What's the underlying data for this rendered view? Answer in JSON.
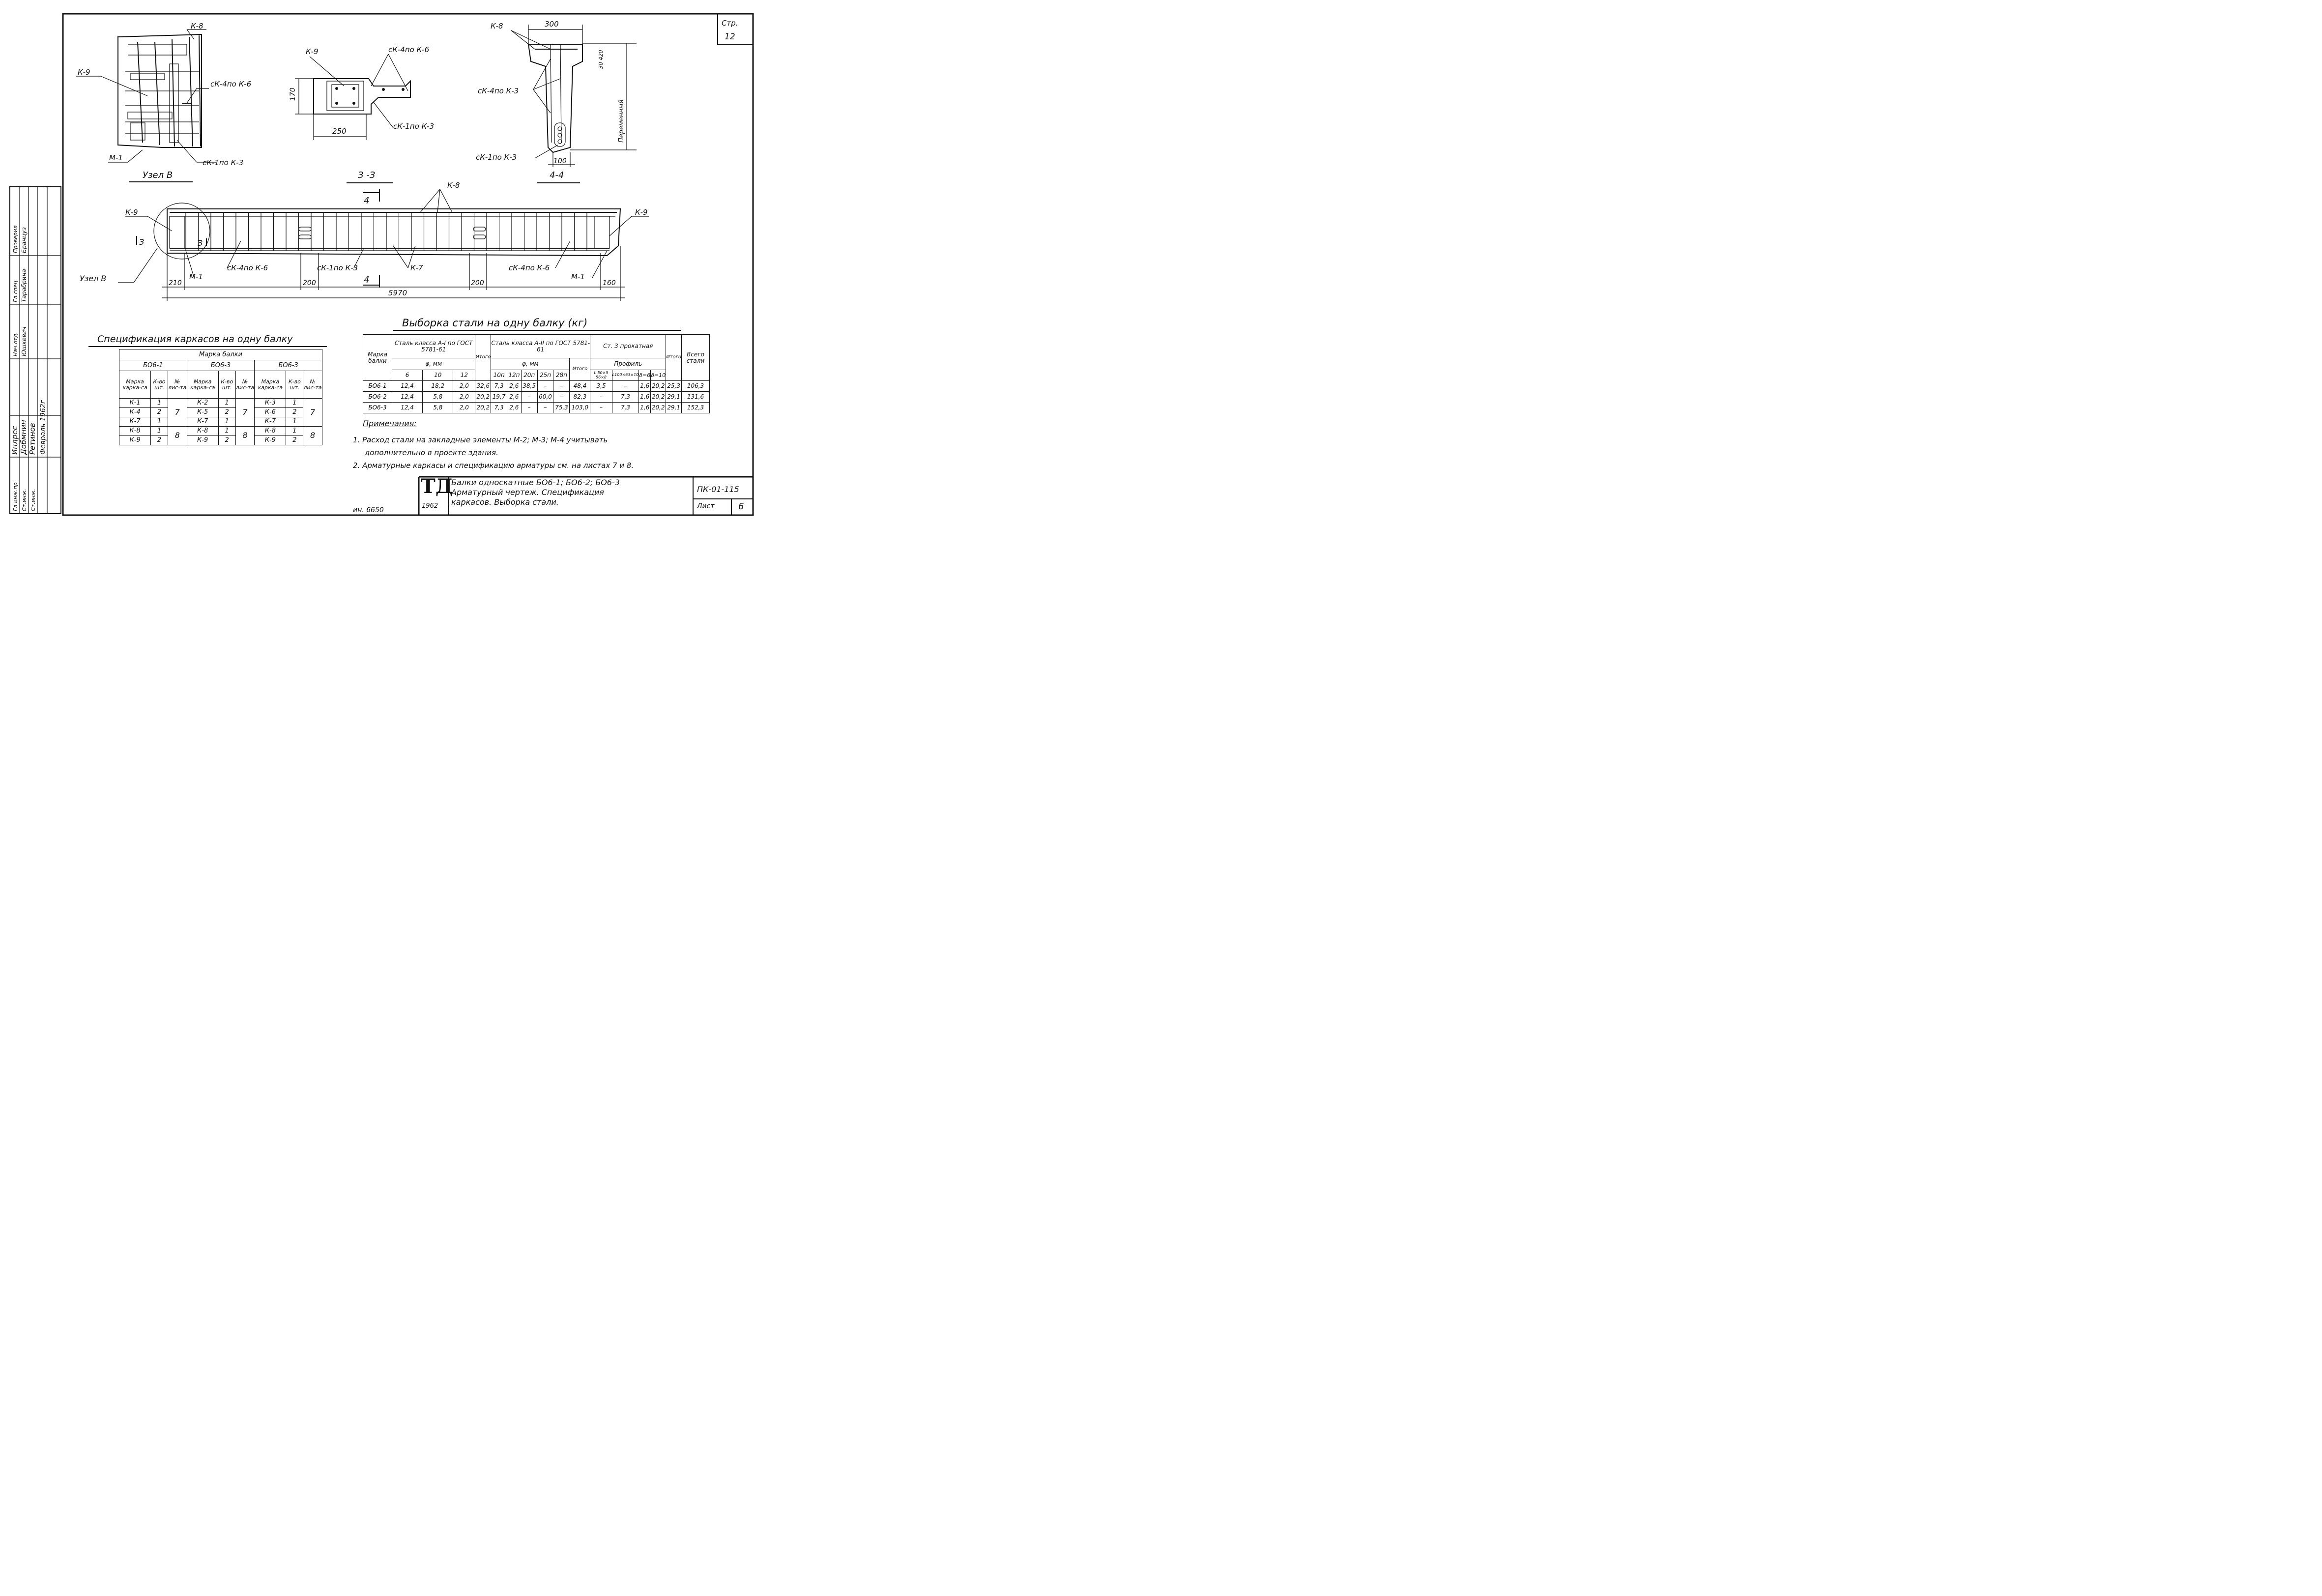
{
  "sheet_corner": {
    "label": "Стр.",
    "value": "12"
  },
  "views": {
    "uzel_b": {
      "title": "Узел В",
      "labels": {
        "k8": "К-8",
        "k9": "К-9",
        "ck4": "сК-4по К-6",
        "m1": "М-1",
        "ck1": "сК-1по К-3"
      }
    },
    "section_33": {
      "title": "З -З",
      "labels": {
        "k9": "К-9",
        "ck4": "сК-4по К-6",
        "ck1": "сК-1по К-3"
      },
      "dims": {
        "height": "170",
        "width": "250"
      }
    },
    "section_44": {
      "title": "4-4",
      "labels": {
        "k8": "К-8",
        "ck4": "сК-4по К-3",
        "ck1": "сК-1по К-3",
        "variable": "Переменный"
      },
      "dims": {
        "top": "300",
        "flange": "30 420",
        "bottom": "100"
      }
    },
    "elevation": {
      "labels": {
        "k9_left": "К-9",
        "k9_right": "К-9",
        "k8": "К-8",
        "k7": "К-7",
        "ck4_left": "сК-4по К-6",
        "ck4_right": "сК-4по К-6",
        "ck1": "сК-1по К-3",
        "m1_left": "М-1",
        "m1_right": "М-1",
        "uzel": "Узел В",
        "cut3": "З",
        "cut4": "4"
      },
      "dims": {
        "left": "210",
        "mid_left": "200",
        "mid_right": "200",
        "right": "160",
        "total": "5970"
      }
    }
  },
  "spec": {
    "title": "Спецификация каркасов на одну балку",
    "header": "Марка балки",
    "groups": [
      "БО6-1",
      "БО6-3",
      "БО6-3"
    ],
    "subheaders": [
      "Марка карка-са",
      "К-во шт.",
      "№ лис-та"
    ],
    "rows": [
      [
        "К-1",
        "1",
        "",
        "К-2",
        "1",
        "",
        "К-3",
        "1",
        ""
      ],
      [
        "К-4",
        "2",
        "7",
        "К-5",
        "2",
        "7",
        "К-6",
        "2",
        "7"
      ],
      [
        "К-7",
        "1",
        "",
        "К-7",
        "1",
        "",
        "К-7",
        "1",
        ""
      ],
      [
        "К-8",
        "1",
        "",
        "К-8",
        "1",
        "",
        "К-8",
        "1",
        ""
      ],
      [
        "К-9",
        "2",
        "8",
        "К-9",
        "2",
        "8",
        "К-9",
        "2",
        "8"
      ]
    ]
  },
  "steel": {
    "title": "Выборка стали на одну балку (кг)",
    "head_marka": "Марка балки",
    "head_a1": "Сталь класса А-I по ГОСТ 5781-61",
    "head_a2": "Сталь класса А-II по ГОСТ 5781-61",
    "head_st3": "Ст. 3 прокатная",
    "head_total": "Всего стали",
    "phi": "φ, мм",
    "itogo": "Итого",
    "profile": "Профиль",
    "a1_cols": [
      "6",
      "10",
      "12"
    ],
    "a2_cols": [
      "10п",
      "12п",
      "20п",
      "25п",
      "28п"
    ],
    "st3_cols": [
      "L 50×5 56×8",
      "L100×63×10",
      "δ=6",
      "δ=10"
    ],
    "rows": [
      [
        "БО6-1",
        "12,4",
        "18,2",
        "2,0",
        "32,6",
        "7,3",
        "2,6",
        "38,5",
        "–",
        "–",
        "48,4",
        "3,5",
        "–",
        "1,6",
        "20,2",
        "25,3",
        "106,3"
      ],
      [
        "БО6-2",
        "12,4",
        "5,8",
        "2,0",
        "20,2",
        "19,7",
        "2,6",
        "–",
        "60,0",
        "–",
        "82,3",
        "–",
        "7,3",
        "1,6",
        "20,2",
        "29,1",
        "131,6"
      ],
      [
        "БО6-3",
        "12,4",
        "5,8",
        "2,0",
        "20,2",
        "7,3",
        "2,6",
        "–",
        "–",
        "75,3",
        "103,0",
        "–",
        "7,3",
        "1,6",
        "20,2",
        "29,1",
        "152,3"
      ]
    ]
  },
  "notes": {
    "title": "Примечания:",
    "n1a": "1. Расход стали на закладные элементы М-2; М-3; М-4 учитывать",
    "n1b": "дополнительно в проекте здания.",
    "n2": "2. Арматурные каркасы и спецификацию арматуры см. на листах 7 и 8."
  },
  "title_block": {
    "logo": "ТД",
    "year": "1962",
    "line1": "Балки односкатные БО6-1; БО6-2; БО6-3",
    "line2": "Арматурный чертеж. Спецификация",
    "line3": "каркасов. Выборка стали.",
    "code": "ПК-01-115",
    "sheet_label": "Лист",
    "sheet_no": "6",
    "inv": "ин. 6650"
  },
  "side_stamp": {
    "roles": [
      "Гл.инж.пр",
      "Ст.инж.",
      "Ст.инж."
    ],
    "names": [
      "Индрес",
      "Добмнин",
      "Ретинов"
    ],
    "date": "Февраль 1962г",
    "chief": "Нач.отд.",
    "chief2": "Гл.спец.",
    "kontrol": "Проверил",
    "signs": [
      "Юшкевич",
      "Тарабрина",
      "Бранцуз"
    ]
  }
}
